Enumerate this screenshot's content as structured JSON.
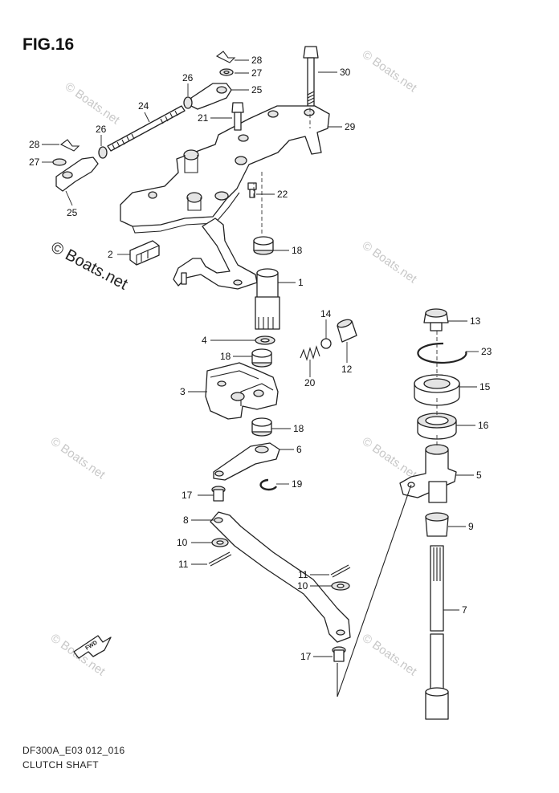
{
  "figure": {
    "title": "FIG.16"
  },
  "footer": {
    "code": "DF300A_E03 012_016",
    "name": "CLUTCH SHAFT"
  },
  "watermarks": {
    "small": "© Boats.net",
    "large": "© Boats.net"
  },
  "fwd_label": "FWD",
  "callouts": [
    {
      "id": "c28a",
      "text": "28"
    },
    {
      "id": "c27a",
      "text": "27"
    },
    {
      "id": "c26a",
      "text": "26"
    },
    {
      "id": "c25a",
      "text": "25"
    },
    {
      "id": "c30",
      "text": "30"
    },
    {
      "id": "c24",
      "text": "24"
    },
    {
      "id": "c21",
      "text": "21"
    },
    {
      "id": "c29",
      "text": "29"
    },
    {
      "id": "c26b",
      "text": "26"
    },
    {
      "id": "c28b",
      "text": "28"
    },
    {
      "id": "c27b",
      "text": "27"
    },
    {
      "id": "c25b",
      "text": "25"
    },
    {
      "id": "c22",
      "text": "22"
    },
    {
      "id": "c18a",
      "text": "18"
    },
    {
      "id": "c2",
      "text": "2"
    },
    {
      "id": "c1",
      "text": "1"
    },
    {
      "id": "c14",
      "text": "14"
    },
    {
      "id": "c4",
      "text": "4"
    },
    {
      "id": "c18b",
      "text": "18"
    },
    {
      "id": "c12",
      "text": "12"
    },
    {
      "id": "c20",
      "text": "20"
    },
    {
      "id": "c3",
      "text": "3"
    },
    {
      "id": "c18c",
      "text": "18"
    },
    {
      "id": "c6",
      "text": "6"
    },
    {
      "id": "c13",
      "text": "13"
    },
    {
      "id": "c23",
      "text": "23"
    },
    {
      "id": "c15",
      "text": "15"
    },
    {
      "id": "c16",
      "text": "16"
    },
    {
      "id": "c5",
      "text": "5"
    },
    {
      "id": "c17a",
      "text": "17"
    },
    {
      "id": "c19",
      "text": "19"
    },
    {
      "id": "c9",
      "text": "9"
    },
    {
      "id": "c8",
      "text": "8"
    },
    {
      "id": "c10a",
      "text": "10"
    },
    {
      "id": "c11a",
      "text": "11"
    },
    {
      "id": "c11b",
      "text": "11"
    },
    {
      "id": "c10b",
      "text": "10"
    },
    {
      "id": "c7",
      "text": "7"
    },
    {
      "id": "c17b",
      "text": "17"
    }
  ]
}
